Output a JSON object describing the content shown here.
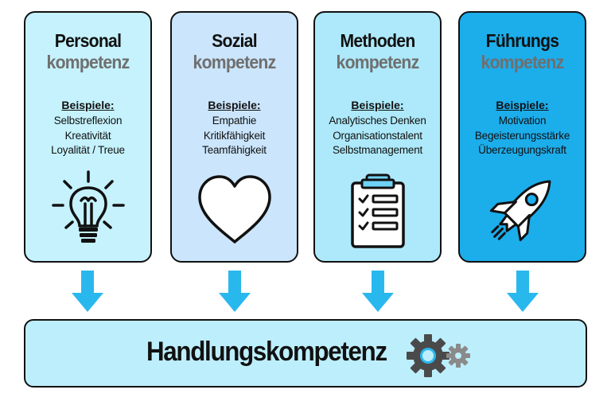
{
  "colors": {
    "card_personal": "#c5f2fd",
    "card_sozial": "#cbe5fc",
    "card_methoden": "#ade9fa",
    "card_fuehrung": "#1cadeb",
    "arrow": "#29b8ee",
    "bottom_bar": "#bdeefc",
    "subtitle_gray": "#6f6f6f"
  },
  "cards": [
    {
      "title_line1": "Personal",
      "title_line2": "kompetenz",
      "examples_title": "Beispiele:",
      "examples": [
        "Selbstreflexion",
        "Kreativität",
        "Loyalität / Treue"
      ],
      "icon": "lightbulb-icon"
    },
    {
      "title_line1": "Sozial",
      "title_line2": "kompetenz",
      "examples_title": "Beispiele:",
      "examples": [
        "Empathie",
        "Kritikfähigkeit",
        "Teamfähigkeit"
      ],
      "icon": "heart-icon"
    },
    {
      "title_line1": "Methoden",
      "title_line2": "kompetenz",
      "examples_title": "Beispiele:",
      "examples": [
        "Analytisches Denken",
        "Organisationstalent",
        "Selbstmanagement"
      ],
      "icon": "clipboard-checklist-icon"
    },
    {
      "title_line1": "Führungs",
      "title_line2": "kompetenz",
      "examples_title": "Beispiele:",
      "examples": [
        "Motivation",
        "Begeisterungsstärke",
        "Überzeugungskraft"
      ],
      "icon": "rocket-icon"
    }
  ],
  "bottom": {
    "label": "Handlungskompetenz",
    "icon": "gears-icon"
  }
}
